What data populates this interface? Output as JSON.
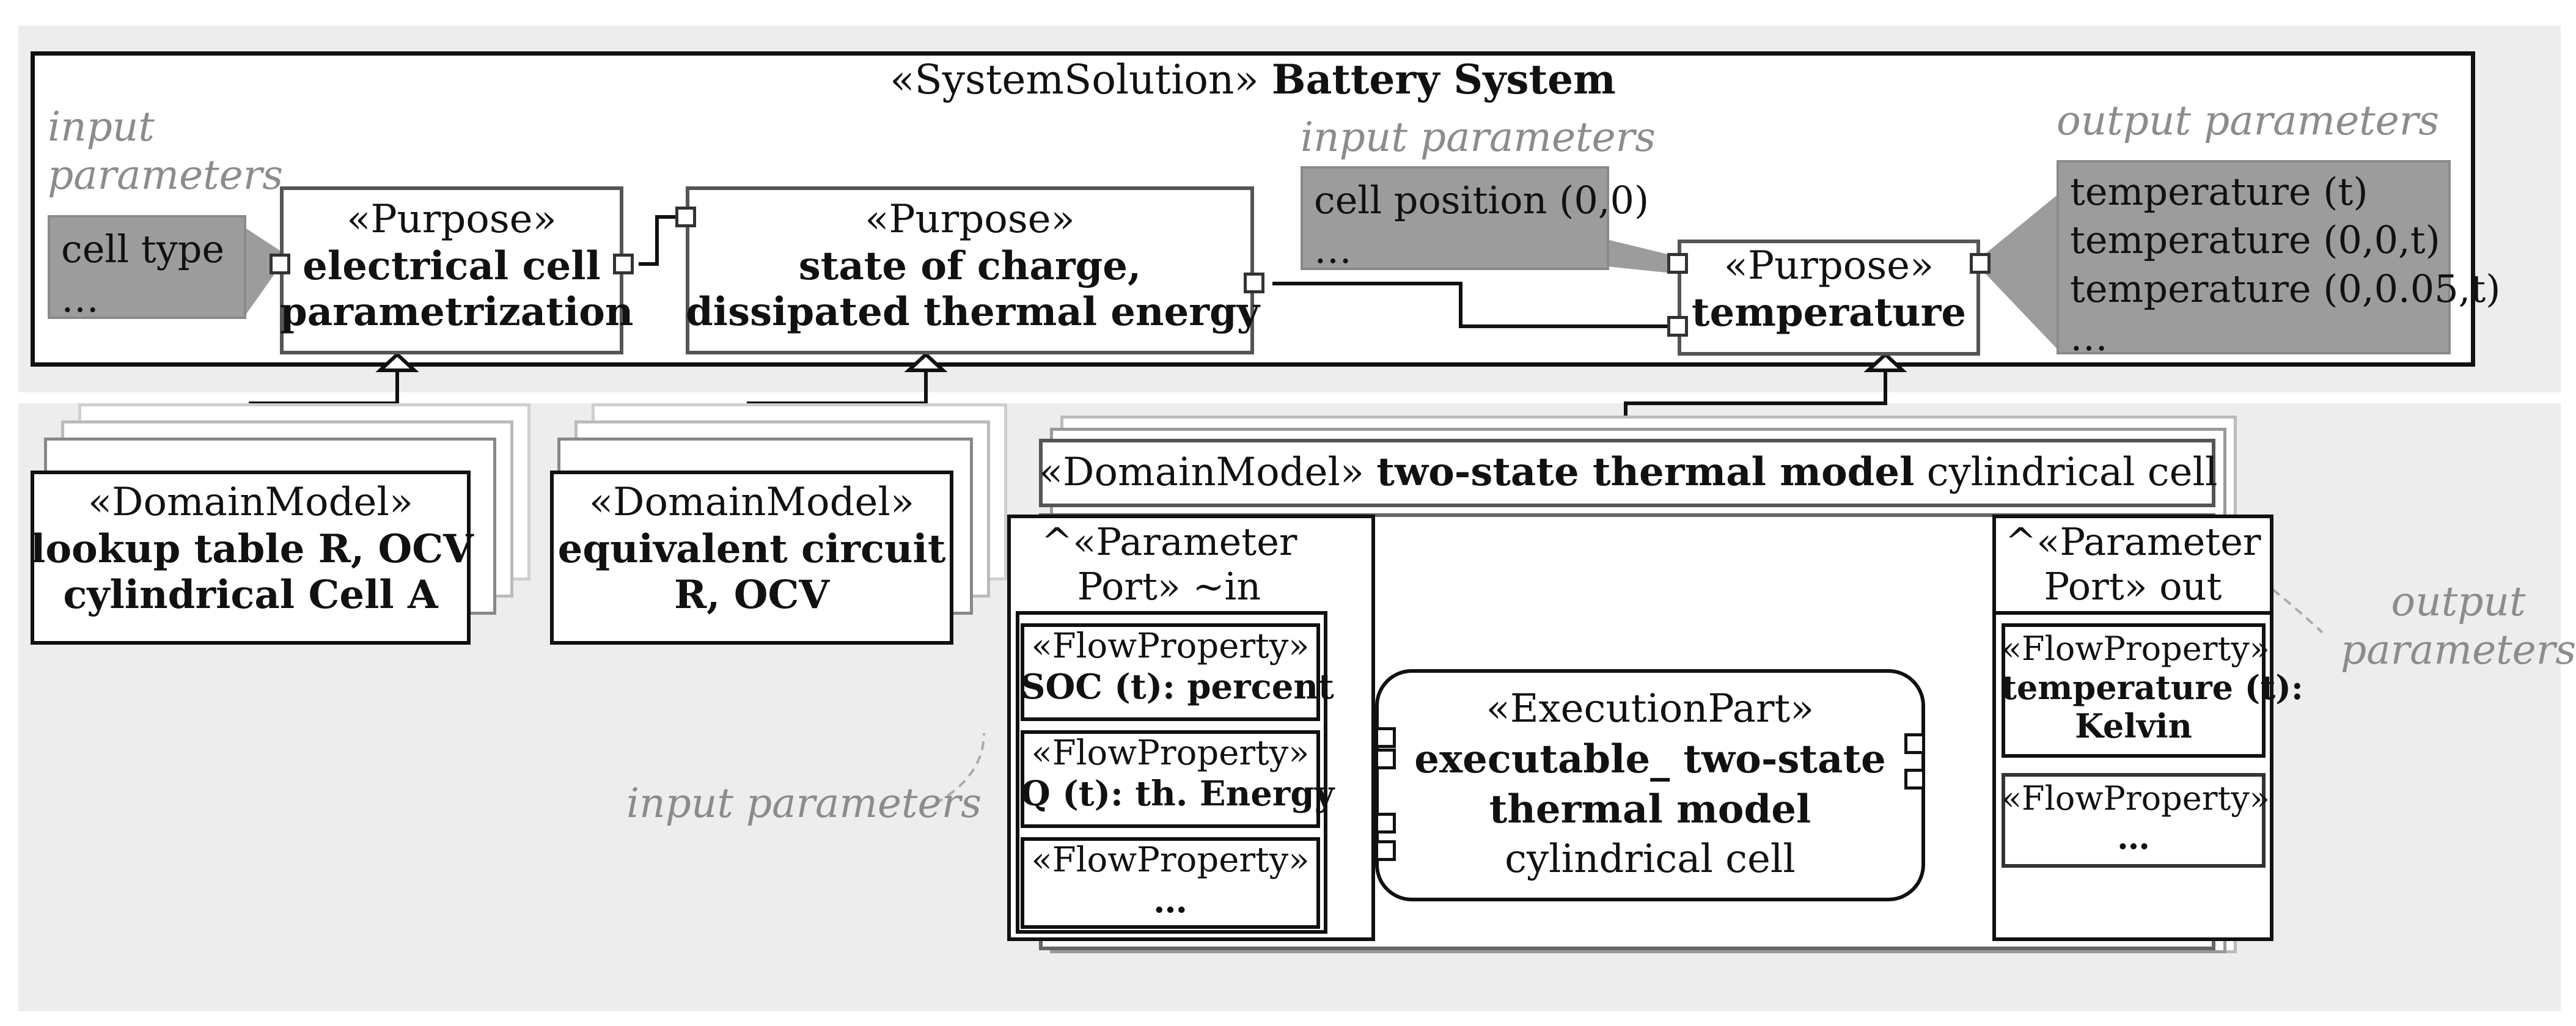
{
  "system": {
    "stereotype": "«SystemSolution»",
    "title": "Battery System"
  },
  "left_input": {
    "note_line1": "input",
    "note_line2": "parameters",
    "line1": "cell type",
    "line2": "…"
  },
  "purpose_electrical": {
    "stereotype": "«Purpose»",
    "line1": "electrical cell",
    "line2": "parametrization"
  },
  "purpose_soc": {
    "stereotype": "«Purpose»",
    "line1": "state of charge,",
    "line2": "dissipated thermal energy"
  },
  "mid_input": {
    "note": "input parameters",
    "line1": "cell position (0,0)",
    "line2": "…"
  },
  "purpose_temp": {
    "stereotype": "«Purpose»",
    "line1": "temperature"
  },
  "output_box": {
    "note": "output parameters",
    "items": [
      "temperature (t)",
      "temperature (0,0,t)",
      "temperature (0,0.05,t)",
      "…"
    ]
  },
  "dm_lookup": {
    "stereotype": "«DomainModel»",
    "line1": "lookup table R, OCV",
    "line2": "cylindrical Cell A"
  },
  "dm_circuit": {
    "stereotype": "«DomainModel»",
    "line1": "equivalent circuit",
    "line2": "R, OCV"
  },
  "dm_thermal": {
    "stereotype": "«DomainModel»",
    "bold": "two-state thermal model",
    "rest": "cylindrical cell"
  },
  "port_in": {
    "line1": "^«Parameter",
    "line2": "Port» ~in",
    "flows": [
      {
        "stereotype": "«FlowProperty»",
        "value": "SOC (t): percent"
      },
      {
        "stereotype": "«FlowProperty»",
        "value": "Q (t): th. Energy"
      },
      {
        "stereotype": "«FlowProperty»",
        "value": "…"
      }
    ]
  },
  "port_out": {
    "line1": "^«Parameter",
    "line2": "Port» out",
    "flows": [
      {
        "stereotype": "«FlowProperty»",
        "value1": "temperature (t):",
        "value2": "Kelvin"
      },
      {
        "stereotype": "«FlowProperty»",
        "value1": "…",
        "value2": ""
      }
    ]
  },
  "execution": {
    "stereotype": "«ExecutionPart»",
    "line1": "executable_ two-state",
    "line2": "thermal model",
    "line3": "cylindrical cell"
  },
  "notes_lower": {
    "input": "input parameters",
    "output_line1": "output",
    "output_line2": "parameters"
  }
}
